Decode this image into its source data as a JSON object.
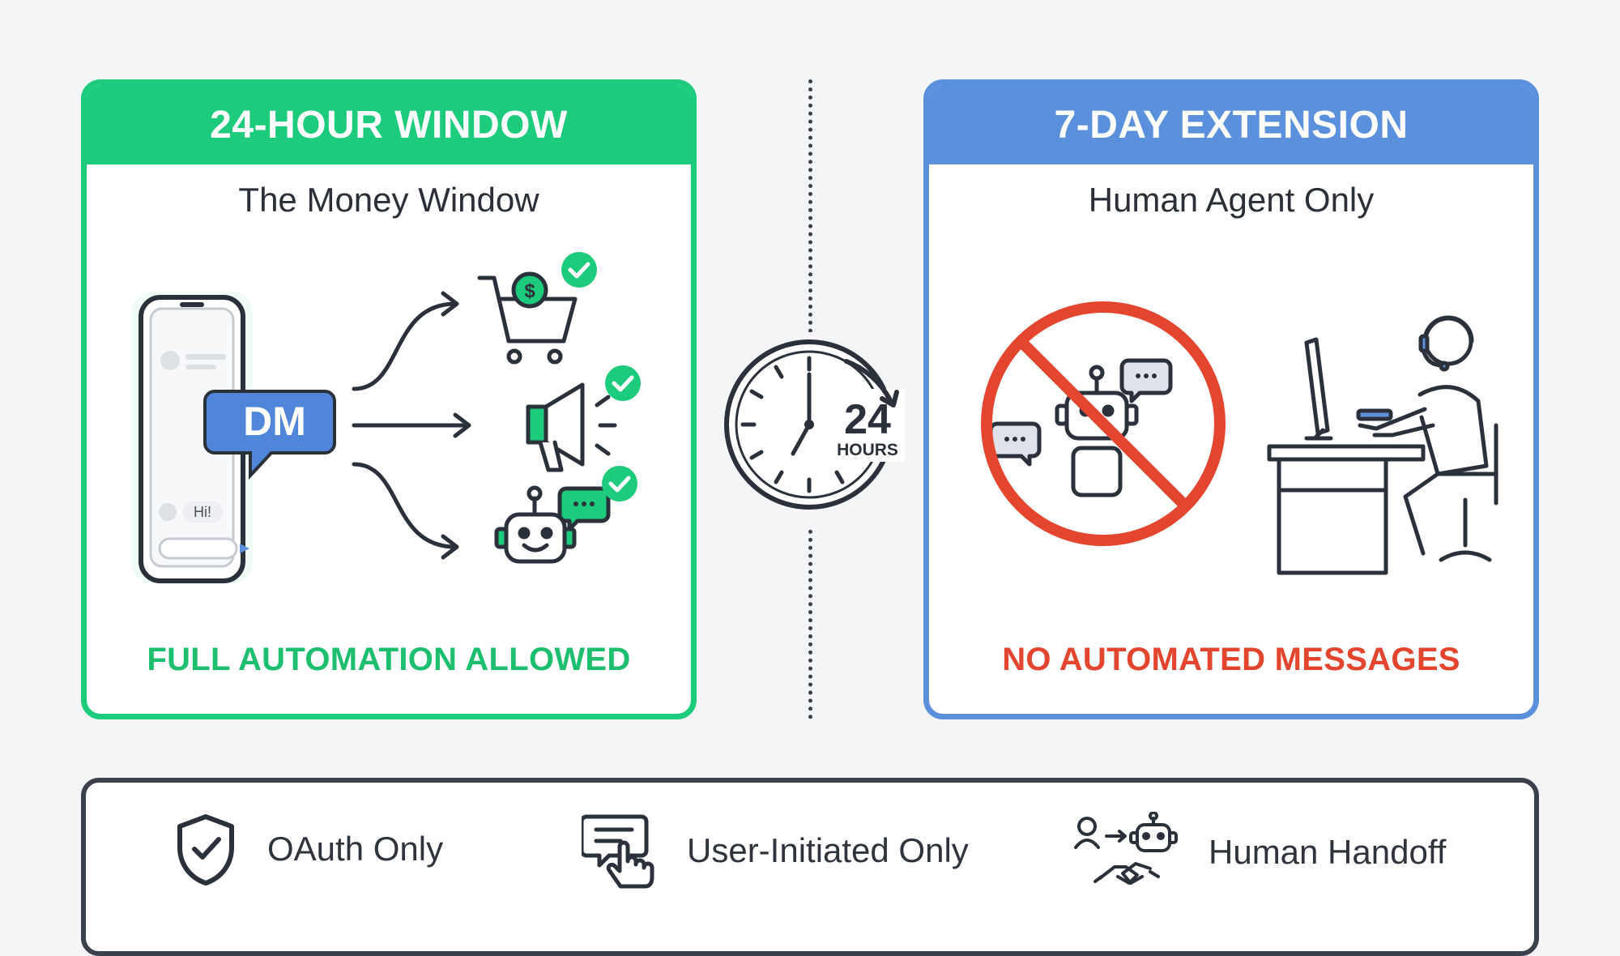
{
  "left_panel": {
    "title": "24-HOUR WINDOW",
    "subtitle": "The Money Window",
    "footer": "FULL AUTOMATION ALLOWED",
    "bubble_label": "DM",
    "chat_hi": "Hi!"
  },
  "clock": {
    "number": "24",
    "unit": "HOURS"
  },
  "right_panel": {
    "title": "7-DAY EXTENSION",
    "subtitle": "Human Agent Only",
    "footer": "NO AUTOMATED MESSAGES"
  },
  "features": [
    {
      "label": "OAuth Only",
      "icon": "shield-check-icon"
    },
    {
      "label": "User-Initiated Only",
      "icon": "chat-tap-icon"
    },
    {
      "label": "Human Handoff",
      "icon": "handoff-icon"
    }
  ],
  "colors": {
    "green": "#1dcb7c",
    "blue": "#5b91dc",
    "red": "#e4452f",
    "dark": "#2b313b"
  }
}
